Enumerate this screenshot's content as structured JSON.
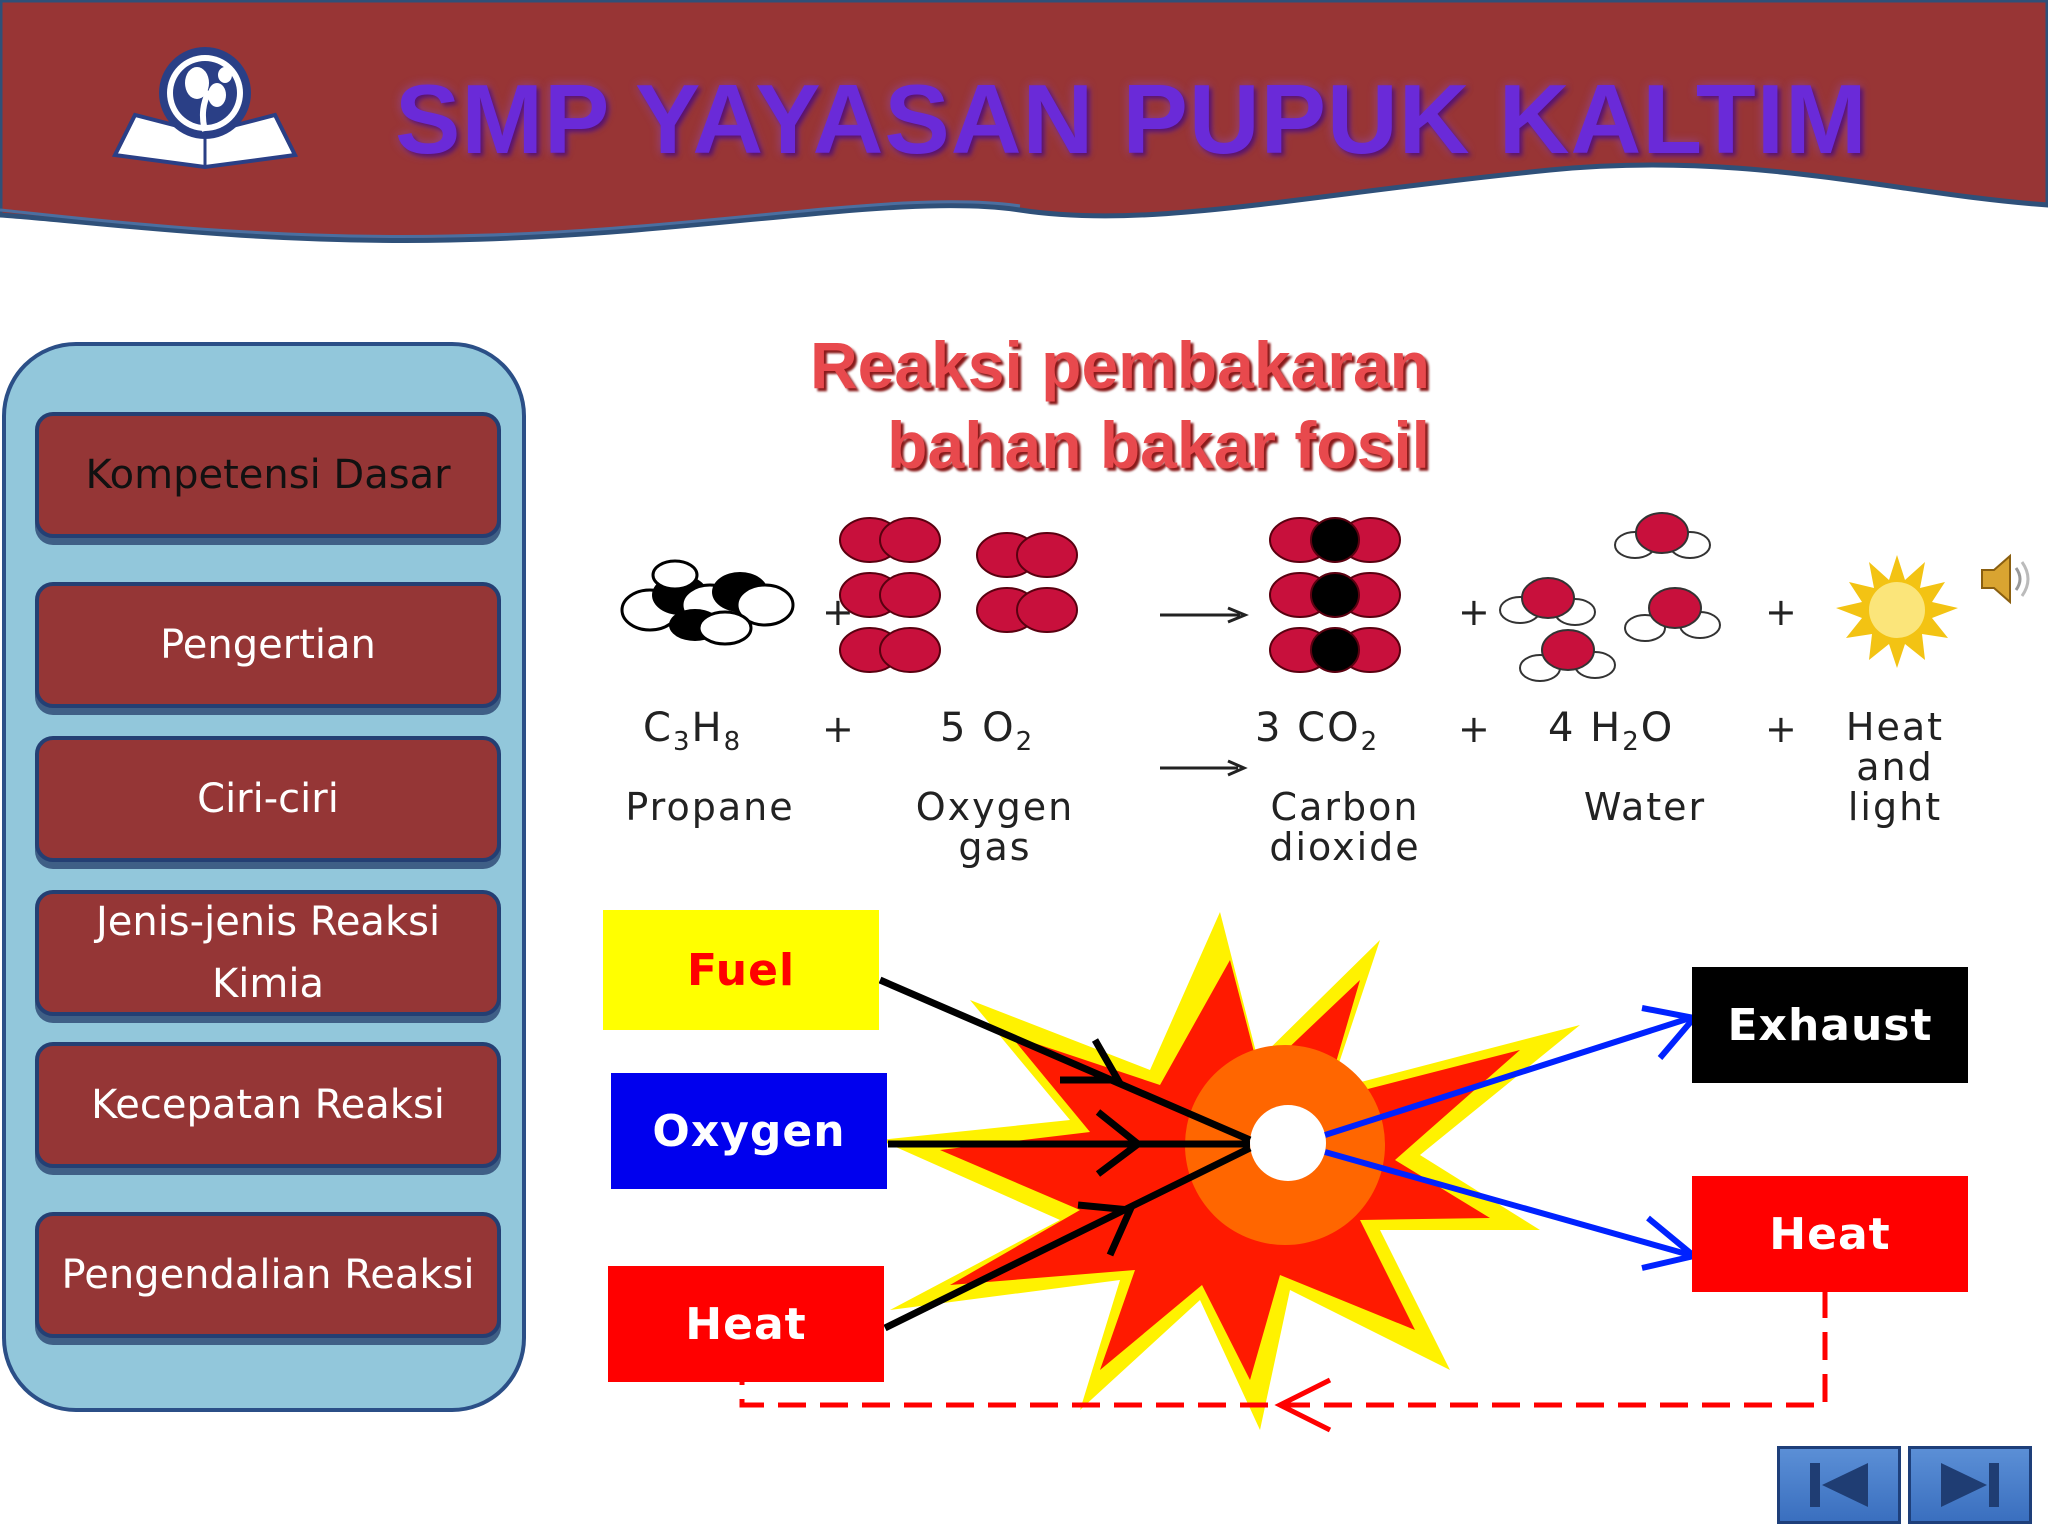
{
  "header": {
    "school_name": "SMP YAYASAN PUPUK KALTIM",
    "logo_icon": "school-logo-book-leaf-icon"
  },
  "sidebar": {
    "items": [
      {
        "label": "Kompetensi Dasar"
      },
      {
        "label": "Pengertian"
      },
      {
        "label": "Ciri-ciri"
      },
      {
        "label": "Jenis-jenis Reaksi Kimia"
      },
      {
        "label": "Kecepatan Reaksi"
      },
      {
        "label": "Pengendalian Reaksi"
      }
    ]
  },
  "slide": {
    "title_line1": "Reaksi pembakaran",
    "title_line2": "bahan bakar fosil"
  },
  "equation": {
    "plus": "+",
    "formulas": {
      "propane": {
        "main": "C",
        "sub1": "3",
        "mid": "H",
        "sub2": "8"
      },
      "oxygen": {
        "coef": "5 O",
        "sub": "2"
      },
      "co2": {
        "coef": "3 CO",
        "sub": "2"
      },
      "water": {
        "coef": "4 H",
        "sub": "2",
        "tail": "O"
      },
      "heat_line1": "Heat",
      "heat_line2": "and",
      "heat_line3": "light"
    },
    "names": {
      "propane": "Propane",
      "oxygen_line1": "Oxygen",
      "oxygen_line2": "gas",
      "co2_line1": "Carbon",
      "co2_line2": "dioxide",
      "water": "Water"
    }
  },
  "diagram": {
    "fuel": "Fuel",
    "oxygen": "Oxygen",
    "heat_in": "Heat",
    "exhaust": "Exhaust",
    "heat_out": "Heat"
  },
  "colors": {
    "banner": "#983535",
    "banner_edge": "#2f5079",
    "sidebar_bg": "#92c7db",
    "menu_btn": "#953636",
    "title_red": "#e8494d",
    "molecule_red": "#c8103c"
  },
  "nav": {
    "prev_icon": "skip-back-icon",
    "next_icon": "skip-forward-icon"
  },
  "audio_icon": "speaker-icon"
}
